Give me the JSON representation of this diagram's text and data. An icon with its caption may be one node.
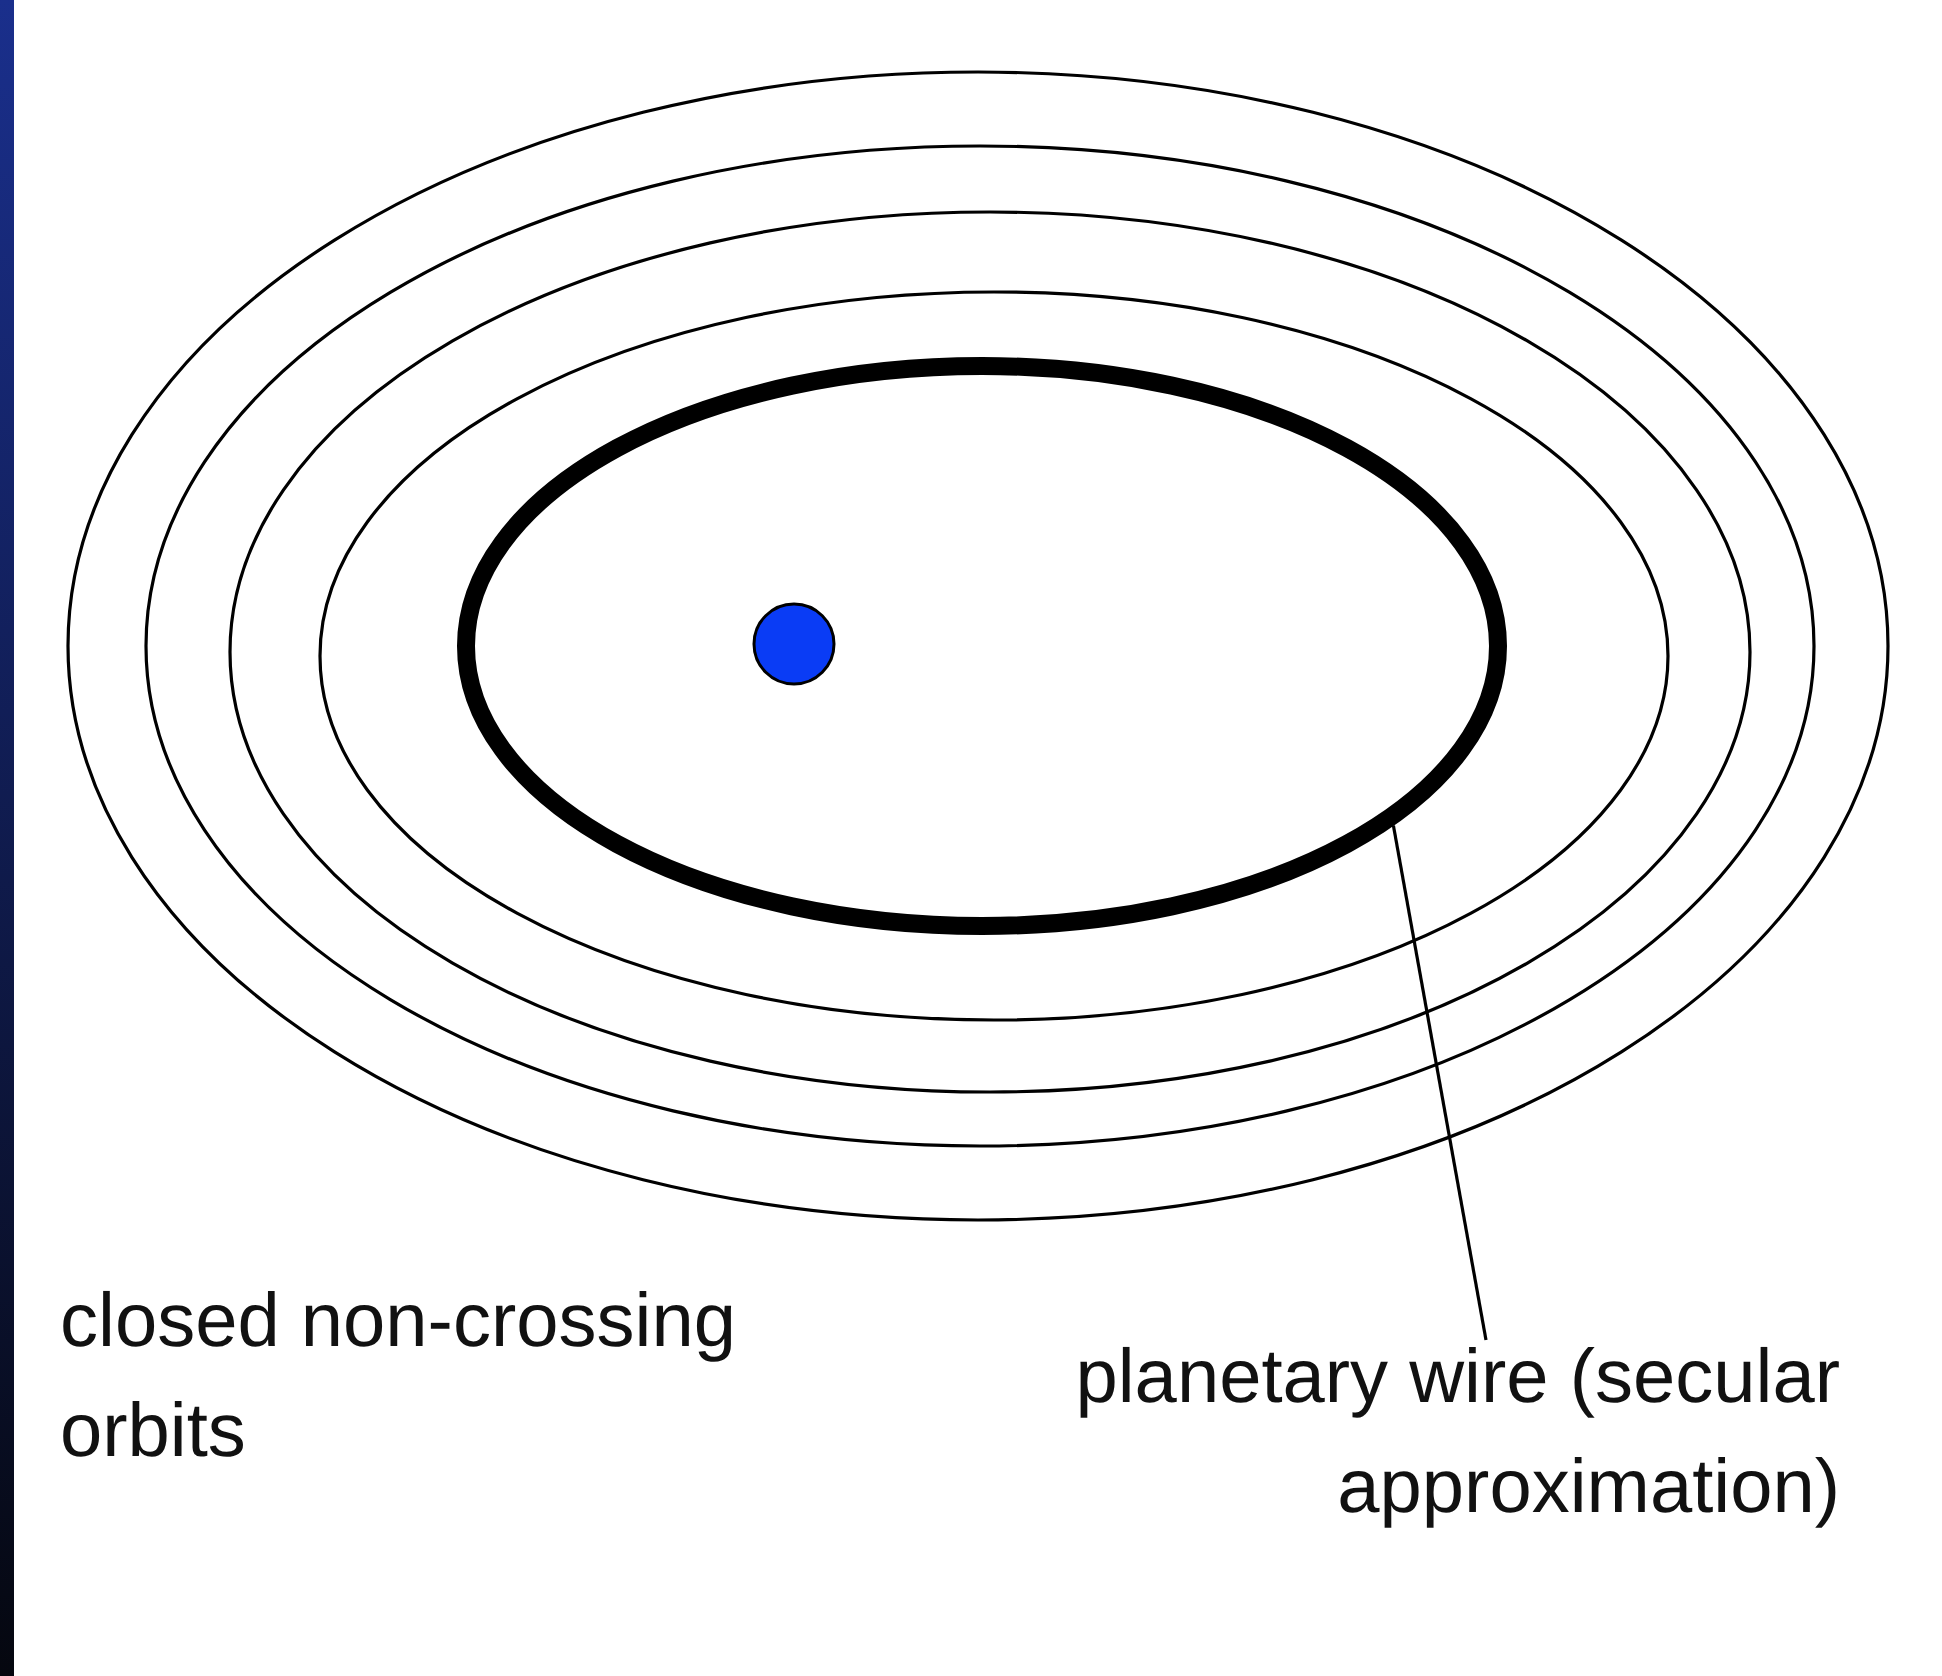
{
  "diagram": {
    "nodes": [
      {
        "text": [
          "planetary wire (secular approximation)"
        ]
      },
      {
        "text": [],
        "shape": "ellipse"
      }
    ],
    "edges": [
      {
        "from": 0,
        "to": 1,
        "arrow": "none"
      }
    ],
    "labels": [
      "closed non-crossing orbits"
    ]
  }
}
